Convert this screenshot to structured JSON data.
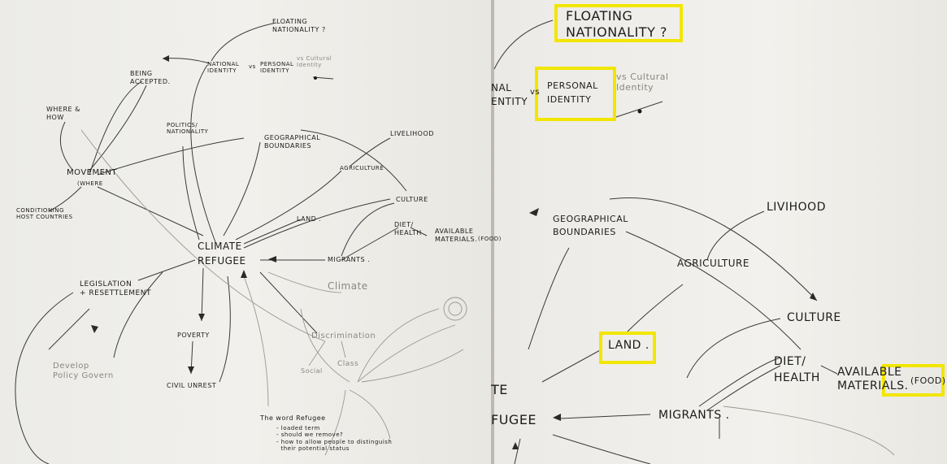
{
  "left_sheet": {
    "floating_nationality": "FLOATING\nNATIONALITY ?",
    "being_accepted": "BEING\nACCEPTED.",
    "national_identity": "NATIONAL\nIDENTITY",
    "vs": "vs",
    "personal_identity": "PERSONAL\nIDENTITY",
    "cultural_identity": "vs Cultural\nIdentity",
    "where_how": "WHERE &\nHOW",
    "movement": "MOVEMENT",
    "where": "(WHERE",
    "conditioning": "CONDITIONING\nHOST COUNTRIES",
    "politics": "POLITICS/\nNATIONALITY",
    "geographical": "GEOGRAPHICAL\nBOUNDARIES",
    "livelihood": "LIVELIHOOD",
    "agriculture": "AGRICULTURE",
    "culture": "CULTURE",
    "land": "LAND .",
    "diet_health": "DIET/\nHEALTH",
    "available_materials": "AVAILABLE\nMATERIALS.",
    "food": "(FOOD)",
    "climate_refugee": "CLIMATE\nREFUGEE",
    "migrants": "MIGRANTS .",
    "legislation": "LEGISLATION\n+ RESETTLEMENT",
    "poverty": "POVERTY",
    "civil_unrest": "CIVIL UNREST",
    "climate_faint": "Climate",
    "discrimination": "Discrimination",
    "social": "Social",
    "class": "Class",
    "faint_left": "Develop\nPolicy Govern",
    "word_refugee": "The word Refugee",
    "notes": "- loaded term\n- should we remove?\n- how to allow people to distinguish\n  their potential status"
  },
  "right_sheet": {
    "floating_nationality": "FLOATING\nNATIONALITY ?",
    "national_identity_partial": "NAL\nENTITY",
    "vs": "vs",
    "personal_identity": "PERSONAL\nIDENTITY",
    "cultural_identity": "vs Cultural\nIdentity",
    "geographical": "GEOGRAPHICAL\nBOUNDARIES",
    "livelihood": "LIVIHOOD",
    "agriculture": "AGRICULTURE",
    "culture": "CULTURE",
    "land": "LAND .",
    "diet_health": "DIET/\nHEALTH",
    "available_materials": "AVAILABLE\nMATERIALS.",
    "food": "(FOOD)",
    "te": "TE",
    "fugee": "FUGEE",
    "migrants": "MIGRANTS ."
  },
  "highlight_color": "#f2e600",
  "ink_color": "#1c1c1c"
}
